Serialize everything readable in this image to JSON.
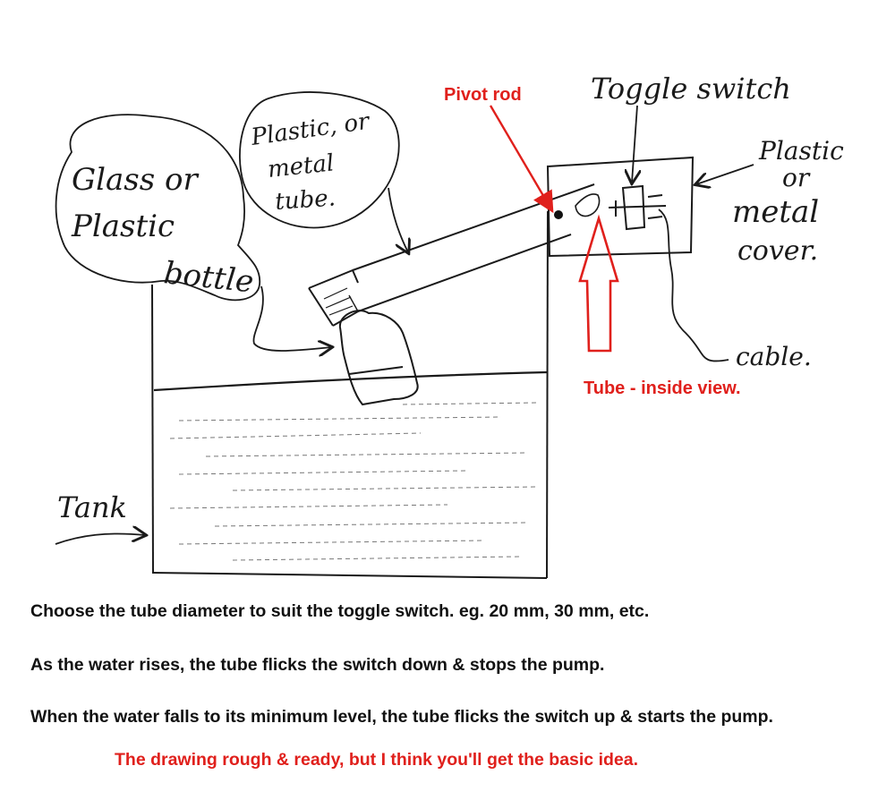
{
  "labels": {
    "bottle": [
      "Glass or",
      "Plastic",
      "bottle"
    ],
    "tube": [
      "Plastic, or",
      "metal",
      "tube."
    ],
    "pivot": "Pivot rod",
    "toggle": "Toggle switch",
    "cover": [
      "Plastic",
      "or",
      "metal",
      "cover."
    ],
    "cable": "cable.",
    "inside": "Tube - inside view.",
    "tank": "Tank"
  },
  "notes": [
    "Choose the tube diameter to suit the toggle switch.  eg. 20 mm, 30 mm, etc.",
    "As the water rises, the tube flicks the switch down & stops the pump.",
    "When the water falls to its minimum level, the tube flicks the switch up & starts the pump.",
    "The drawing rough & ready, but I think you'll get the basic idea."
  ],
  "colors": {
    "annotation": "#e0201c",
    "ink": "#1a1a1a"
  }
}
